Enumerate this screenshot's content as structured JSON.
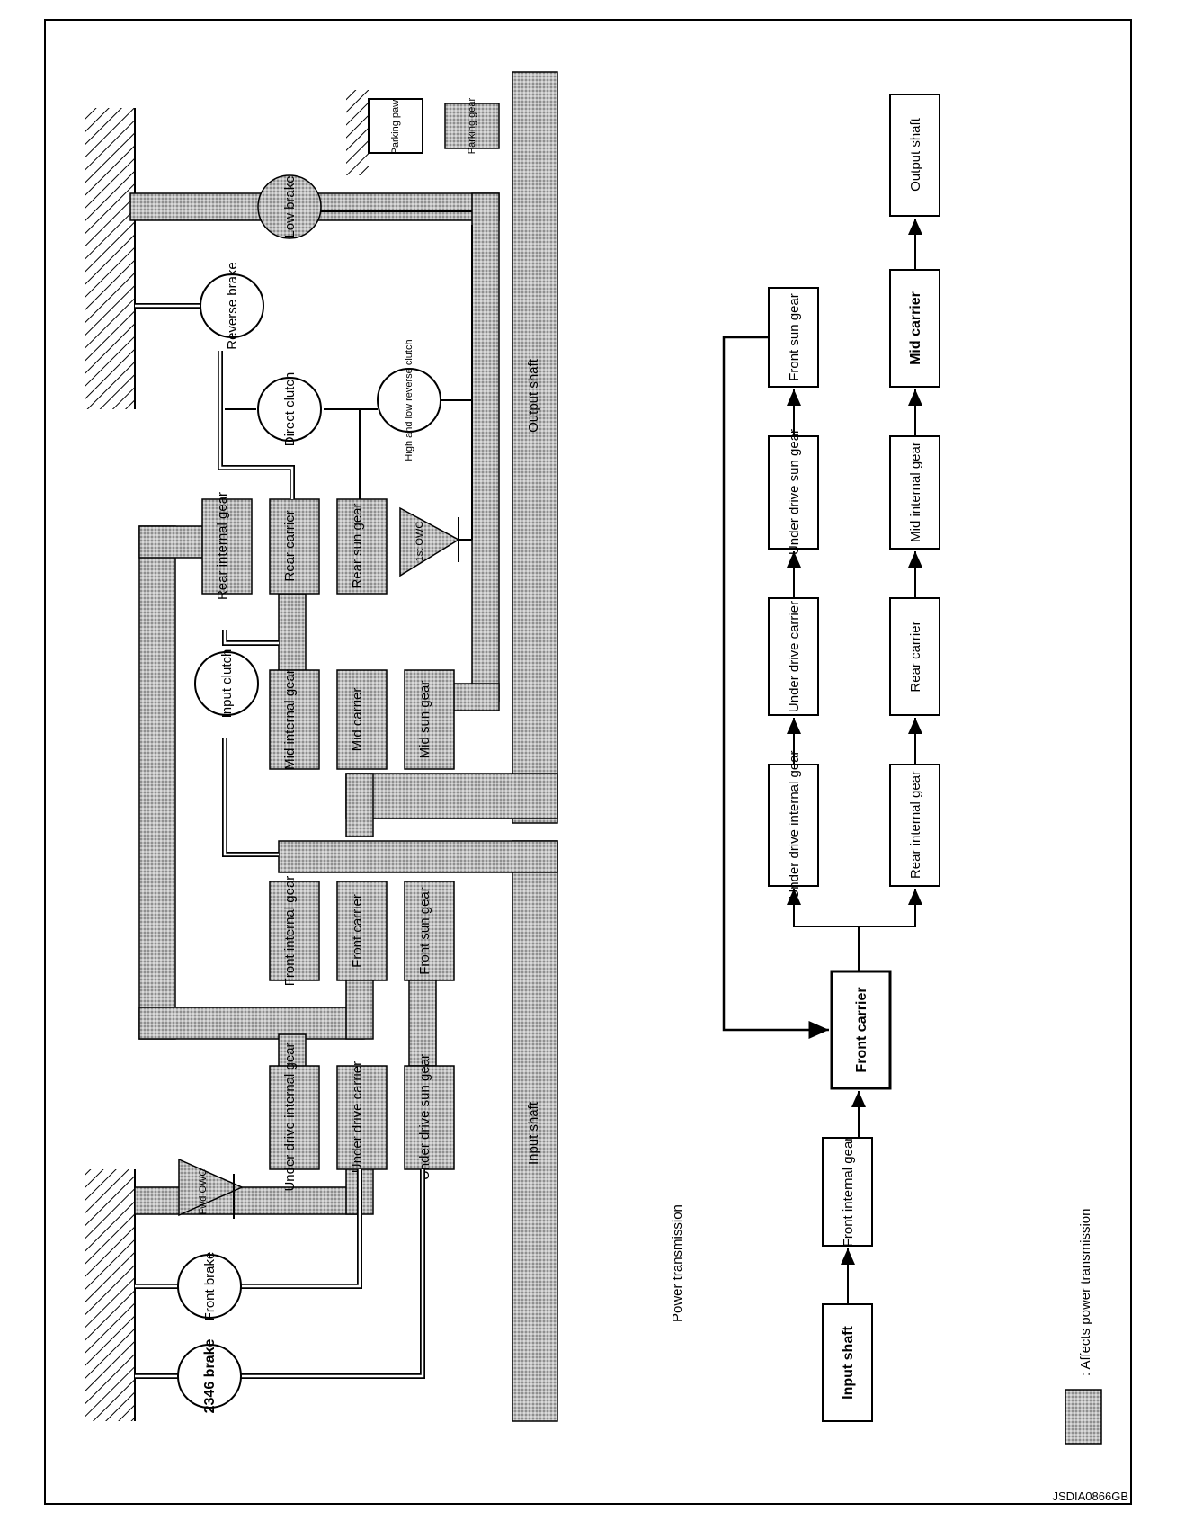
{
  "ground_labels": [
    "2346 brake",
    "Front brake",
    "Reverse brake"
  ],
  "owc": {
    "fwd": "Fwd OWC",
    "one": "1st OWC"
  },
  "elements": {
    "under_drive_internal": "Under drive internal gear",
    "under_drive_carrier": "Under drive carrier",
    "under_drive_sun": "Under drive sun gear",
    "front_internal": "Front internal gear",
    "front_carrier": "Front carrier",
    "front_sun": "Front sun gear",
    "mid_internal": "Mid internal gear",
    "mid_carrier": "Mid carrier",
    "mid_sun": "Mid sun gear",
    "rear_internal": "Rear internal gear",
    "rear_carrier": "Rear carrier",
    "rear_sun": "Rear sun gear",
    "input_shaft": "Input shaft",
    "output_shaft": "Output shaft",
    "input_clutch": "Input clutch",
    "direct_clutch": "Direct clutch",
    "high_low_reverse_clutch": "High and low reverse clutch",
    "low_brake": "Low brake",
    "parking_pawl": "Parking pawl",
    "parking_gear": "Parking gear"
  },
  "power_transmission": {
    "title": "Power transmission",
    "input_shaft": "Input shaft",
    "front_internal_gear": "Front internal gear",
    "front_carrier": "Front carrier",
    "under_drive_internal_gear": "Under drive internal gear",
    "under_drive_carrier": "Under drive carrier",
    "under_drive_sun_gear": "Under drive sun gear",
    "front_sun_gear": "Front sun gear",
    "rear_internal_gear": "Rear internal gear",
    "rear_carrier": "Rear carrier",
    "mid_internal_gear": "Mid internal gear",
    "mid_carrier": "Mid carrier",
    "output_shaft": "Output shaft"
  },
  "legend": {
    "text": ": Affects power transmission"
  },
  "ref_code": "JSDIA0866GB"
}
